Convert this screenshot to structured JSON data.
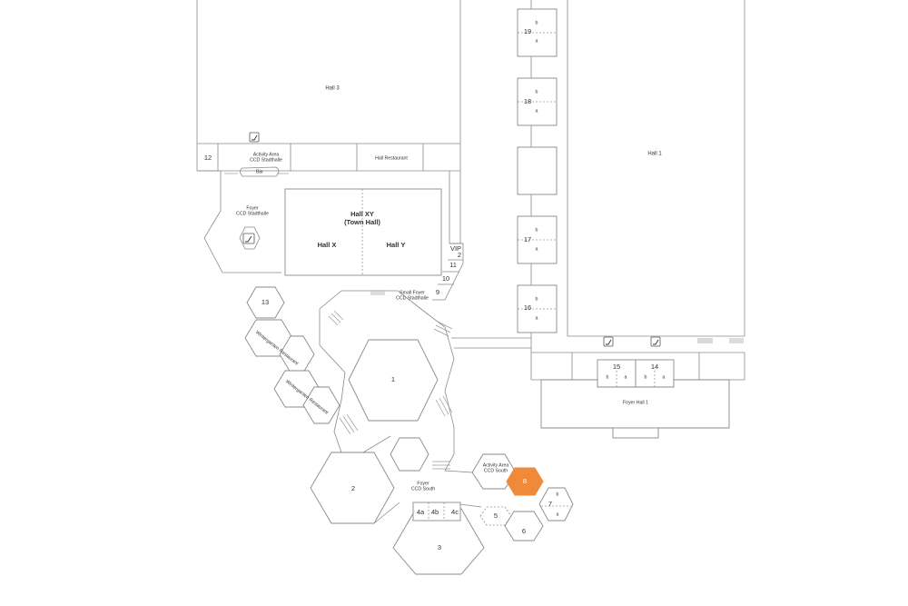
{
  "map": {
    "highlight_color": "#ee8a3a",
    "line_color": "#8a8a8a",
    "selected_room": "8"
  },
  "rooms": {
    "hall3": "Hall 3",
    "hall1": "Hall 1",
    "hall_xy": "Hall XY",
    "town_hall": "(Town Hall)",
    "hall_x": "Hall X",
    "hall_y": "Hall Y",
    "hall_restaurant": "Hall Restaurant",
    "activity_area_stadthalle_1": "Activity Area",
    "activity_area_stadthalle_2": "CCD Stadthalle",
    "bar": "Bar",
    "foyer_stadthalle_1": "Foyer",
    "foyer_stadthalle_2": "CCD Stadthalle",
    "small_foyer_1": "Small Foyer",
    "small_foyer_2": "CCD Stadthalle",
    "wintergarden_1": "Wintergarden Restaurant",
    "wintergarden_2": "Wintergarden Restaurant",
    "foyer_south_1": "Foyer",
    "foyer_south_2": "CCD South",
    "activity_area_south_1": "Activity Area",
    "activity_area_south_2": "CCD South",
    "foyer_hall1": "Foyer Hall 1",
    "vip": "VIP",
    "r1": "1",
    "r2": "2",
    "r3": "3",
    "r4a": "4a",
    "r4b": "4b",
    "r4c": "4c",
    "r5": "5",
    "r6": "6",
    "r7": "7",
    "r8": "8",
    "r9": "9",
    "r10": "10",
    "r11": "11",
    "r12": "12",
    "r13": "13",
    "r14": "14",
    "r15": "15",
    "r16": "16",
    "r17": "17",
    "r18": "18",
    "r19": "19",
    "r2b": "2",
    "sub_a": "a",
    "sub_b": "b"
  },
  "icons": {
    "escalator": "escalator-icon"
  }
}
